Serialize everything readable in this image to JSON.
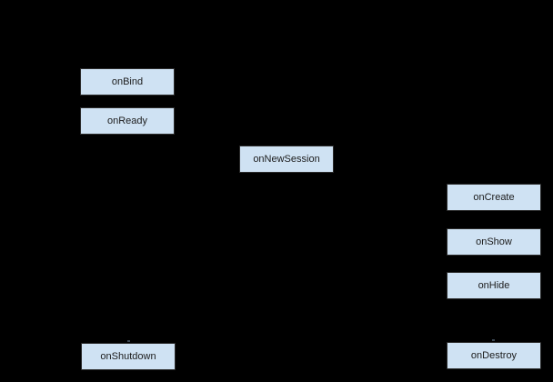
{
  "page": {
    "background_color": "#000000"
  },
  "diagram": {
    "type": "lifecycle-flow",
    "node_fill_color": "#cfe2f3",
    "node_border_color": "#2b2b2b",
    "node_text_color": "#1c1c1c",
    "nodes": [
      {
        "label": "onBind"
      },
      {
        "label": "onReady"
      },
      {
        "label": "onNewSession"
      },
      {
        "label": "onCreate"
      },
      {
        "label": "onShow"
      },
      {
        "label": "onHide"
      },
      {
        "label": "onShutdown"
      },
      {
        "label": "onDestroy"
      }
    ]
  }
}
